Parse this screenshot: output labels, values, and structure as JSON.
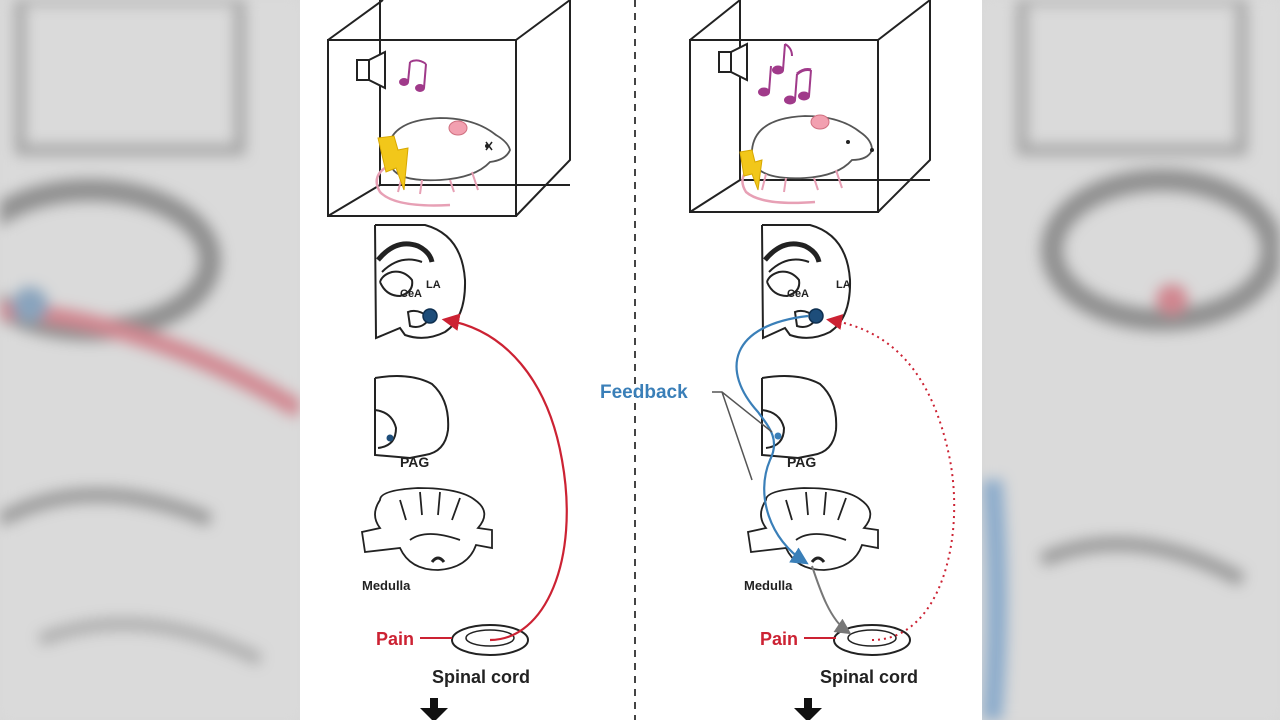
{
  "labels": {
    "cea": "CeA",
    "la": "LA",
    "pag": "PAG",
    "medulla": "Medulla",
    "pain": "Pain",
    "spinal_cord": "Spinal cord",
    "feedback": "Feedback"
  },
  "colors": {
    "pain_path": "#cc2233",
    "feedback_path": "#3a7fb8",
    "feedback_label": "#3a7fb8",
    "music_notes": "#a03a8a",
    "shock": "#f2c71a",
    "ear": "#f2a0b0",
    "tail": "#e7a0b5",
    "outline": "#222222",
    "divider": "#444444"
  },
  "icons": {
    "speaker": "speaker-icon",
    "music": "music-note-icon",
    "shock": "lightning-icon",
    "rat": "rat-icon",
    "arrow_down": "arrow-down-icon"
  }
}
